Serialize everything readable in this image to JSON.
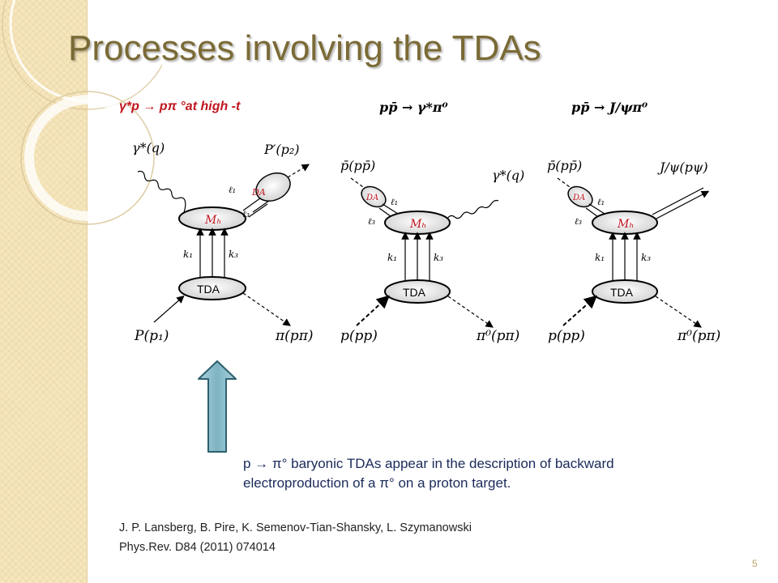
{
  "slide": {
    "title": "Processes involving the TDAs",
    "page_number": "5",
    "process_labels": [
      "γ*p  → pπ °at high -t",
      "pp̄ → γ*π⁰",
      "pp̄ → J/ψπ⁰"
    ],
    "note_line1": "p → π° baryonic TDAs appear in the description of backward",
    "note_line2": "electroproduction of a π° on a proton target.",
    "ref_line1": "J. P. Lansberg, B. Pire, K. Semenov-Tian-Shansky,  L. Szymanowski",
    "ref_line2": "Phys.Rev. D84 (2011) 074014",
    "colors": {
      "title": "#7a6a35",
      "highlight": "#c0161f",
      "arrow_fill": "#7fb3c2",
      "arrow_stroke": "#2e5f6e"
    }
  },
  "diagrams": [
    {
      "top_left": "γ*(q)",
      "top_right": "P′(p₂)",
      "bottom_left": "P(p₁)",
      "bottom_right": "π(pπ)",
      "blob_label": "Mₕ",
      "tda_label": "TDA",
      "da_label": "DA",
      "l1": "ℓ₁",
      "l3": "ℓ₃",
      "k1": "k₁",
      "k3": "k₃"
    },
    {
      "top_left": "p̄(pp̄)",
      "top_right": "γ*(q)",
      "bottom_left": "p(pp)",
      "bottom_right": "π⁰(pπ)",
      "blob_label": "Mₕ",
      "tda_label": "TDA",
      "da_label": "DA",
      "l1": "ℓ₁",
      "l3": "ℓ₃",
      "k1": "k₁",
      "k3": "k₃"
    },
    {
      "top_left": "p̄(pp̄)",
      "top_right": "J/ψ(pψ)",
      "bottom_left": "p(pp)",
      "bottom_right": "π⁰(pπ)",
      "blob_label": "Mₕ",
      "tda_label": "TDA",
      "da_label": "DA",
      "l1": "ℓ₁",
      "l3": "ℓ₃",
      "k1": "k₁",
      "k3": "k₃"
    }
  ]
}
